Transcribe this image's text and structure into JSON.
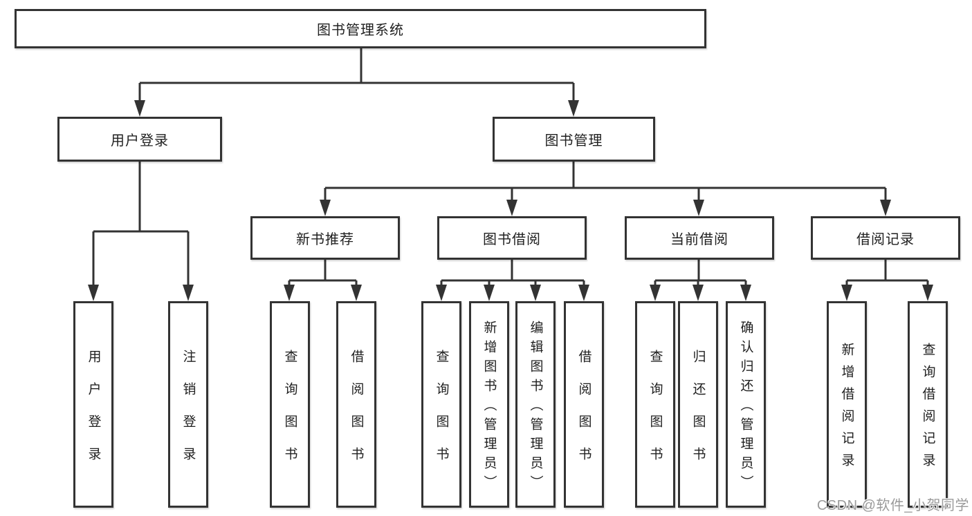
{
  "diagram": {
    "root": {
      "label": "图书管理系统"
    },
    "branches": {
      "user_login": {
        "label": "用户登录"
      },
      "book_management": {
        "label": "图书管理"
      }
    },
    "modules": {
      "new_book_recommend": {
        "label": "新书推荐"
      },
      "book_borrow": {
        "label": "图书借阅"
      },
      "current_borrow": {
        "label": "当前借阅"
      },
      "borrow_records": {
        "label": "借阅记录"
      }
    },
    "leaves": {
      "user_login": {
        "label": "用户登录"
      },
      "logout": {
        "label": "注销登录"
      },
      "nb_query_book": {
        "label": "查询图书"
      },
      "nb_borrow_book": {
        "label": "借阅图书"
      },
      "bb_query_book": {
        "label": "查询图书"
      },
      "bb_add_book": {
        "label": "新增图书（管理员）"
      },
      "bb_edit_book": {
        "label": "编辑图书（管理员）"
      },
      "bb_borrow_book": {
        "label": "借阅图书"
      },
      "cb_query_book": {
        "label": "查询图书"
      },
      "cb_return_book": {
        "label": "归还图书"
      },
      "cb_confirm_return": {
        "label": "确认归还（管理员）"
      },
      "br_add_record": {
        "label": "新增借阅记录"
      },
      "br_query_record": {
        "label": "查询借阅记录"
      }
    }
  },
  "watermark": {
    "text": "CSDN @软件_小贺同学"
  },
  "colors": {
    "line": "#333333",
    "border": "#333333",
    "text": "#1f1f1f",
    "background": "#ffffff",
    "watermark": "#9a9a9a"
  }
}
